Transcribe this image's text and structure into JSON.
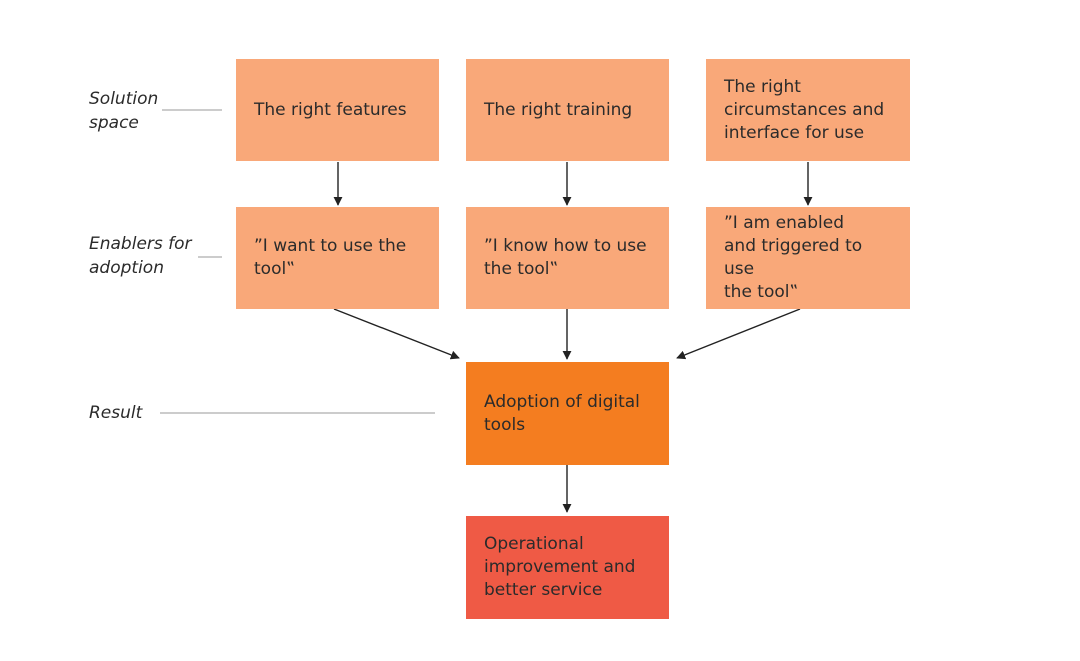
{
  "labels": {
    "solution_space": "Solution\nspace",
    "enablers": "Enablers for\nadoption",
    "result": "Result"
  },
  "boxes": {
    "features": "The right features",
    "training": "The right training",
    "circumstances": "The right\ncircumstances and\ninterface for use",
    "want": "”I want to use the\ntool‟",
    "know": "”I know how to use\nthe tool‟",
    "enabled": "”I am enabled\nand triggered to use\nthe tool‟",
    "adoption": "Adoption of digital\ntools",
    "operational": "Operational\nimprovement and\nbetter service"
  },
  "colors": {
    "light_box": "#f9a879",
    "adoption_box": "#f47d20",
    "result_box": "#ef5a45",
    "line": "#222222",
    "guide": "#9a9a9a"
  }
}
